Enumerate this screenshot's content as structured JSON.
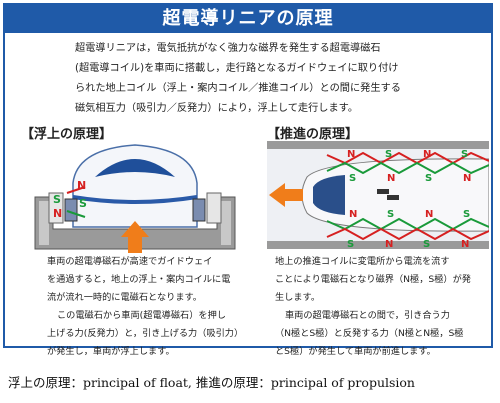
{
  "title": "超電導リニアの原理",
  "intro": [
    "超電導リニアは，電気抵抗がなく強力な磁界を発生する超電導磁石",
    "(超電導コイル)を車両に搭載し，走行路となるガイドウェイに取り付け",
    "られた地上コイル（浮上・案内コイル／推進コイル）との間に発生する",
    "磁気相互力（吸引力／反発力）により，浮上して走行します。"
  ],
  "float_section": {
    "title": "【浮上の原理】",
    "pole_labels": [
      "N",
      "S",
      "S",
      "N"
    ],
    "description": [
      "車両の超電導磁石が高速でガイドウェイ",
      "を通過すると，地上の浮上・案内コイルに電",
      "流が流れ一時的に電磁石となります。",
      "この電磁石から車両(超電導磁石）を押し",
      "上げる力(反発力）と，引き上げる力（吸引力）",
      "が発生し，車両が浮上します。"
    ]
  },
  "propulsion_section": {
    "title": "【推進の原理】",
    "top_poles": [
      "N",
      "S",
      "N",
      "S"
    ],
    "mid_top_poles": [
      "S",
      "N",
      "S",
      "N"
    ],
    "mid_bottom_poles": [
      "N",
      "S",
      "N",
      "S"
    ],
    "bottom_poles": [
      "S",
      "N",
      "S",
      "N"
    ],
    "description": [
      "地上の推進コイルに変電所から電流を流す",
      "ことにより電磁石となり磁界（N極，S極）が発",
      "生します。",
      "車両の超電導磁石との間で，引き合う力",
      "（N極とS極）と反発する力（N極とN極，S極",
      "とS極）が発生して車両が前進します。"
    ]
  },
  "caption": "浮上の原理：principal of float,  推進の原理：principal of propulsion",
  "colors": {
    "banner": "#1f5aa8",
    "north": "#d62020",
    "south": "#1a9a3a",
    "arrow": "#f07d1a",
    "guideway": "#8a8a8a"
  }
}
